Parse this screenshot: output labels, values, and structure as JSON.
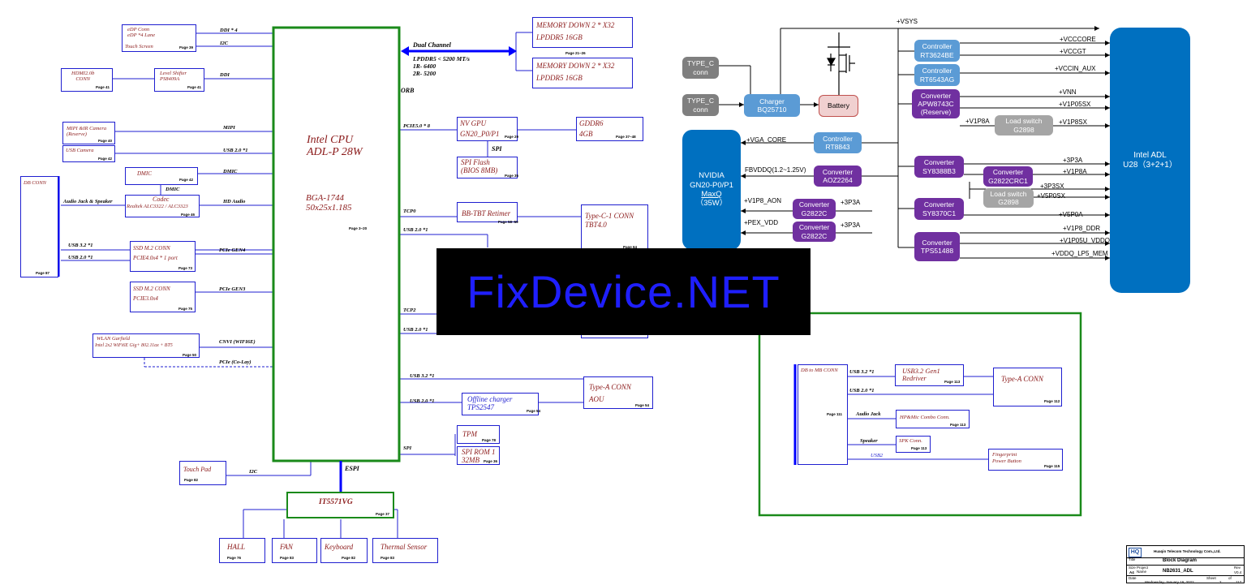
{
  "cpu": {
    "title1": "Intel CPU",
    "title2": "ADL-P 28W",
    "pkg1": "BGA-1744",
    "pkg2": "50x25x1.185",
    "page": "Page 3~20"
  },
  "left_blocks": {
    "edp": {
      "l1": "eDP Conn",
      "l2": "eDP *4 Lane",
      "l3": "Touch Screen",
      "page": "Page 39"
    },
    "hdmi": {
      "l1": "HDMI2.0b",
      "l2": "CONN",
      "page": "Page 41"
    },
    "shifter": {
      "l1": "Level Shifter",
      "l2": "PS8409A",
      "page": "Page 41"
    },
    "mipi_cam": {
      "l1": "MIPI &IR Camera",
      "l2": "(Reserve)",
      "page": "Page 40"
    },
    "usb_cam": {
      "l1": "USB Camera",
      "page": "Page 42"
    },
    "dmic": {
      "l1": "DMIC",
      "page": "Page 42"
    },
    "codec": {
      "l1": "Codec",
      "l2": "Realtek ALC3322 / ALC3323",
      "page": "Page 46",
      "dmic_label": "DMIC"
    },
    "db_conn": {
      "l1": "DB CONN",
      "page": "Page 87",
      "audio": "Audio Jack & Speaker",
      "usb32": "USB 3.2 *1",
      "usb20": "USB 2.0 *1"
    },
    "ssd1": {
      "l1": "SSD  M.2 CONN",
      "l2": "PCIE4.0x4 * 1 port",
      "page": "Page 73"
    },
    "ssd2": {
      "l1": "SSD  M.2 CONN",
      "l2": "PCIE3.0x4",
      "page": "Page 75"
    },
    "wlan": {
      "l1": "WLAN  Garfield",
      "l2": "Intel 2x2 WiFi6E Gig+ 802.11ax + BT5",
      "page": "Page 50"
    },
    "touchpad": {
      "l1": "Touch  Pad",
      "page": "Page 82"
    }
  },
  "left_signals": {
    "ddi4": "DDI * 4",
    "i2c": "I2C",
    "ddi": "DDI",
    "mipi": "MIPI",
    "usb20": "USB 2.0 *1",
    "dmic": "DMIC",
    "hda": "HD Audio",
    "pcie4": "PCIe GEN4",
    "pcie3": "PCIe GEN3",
    "cnvi": "CNVI (WIFI6E)",
    "pcie_colay": "PCIe (Co-Lay)",
    "tp_i2c": "I2C",
    "espi": "ESPI"
  },
  "right_signals": {
    "dual": "Dual Channel",
    "lp1": "LPDDR5 < 5200 MT/s",
    "lp2": "1R- 6400",
    "lp3": "2R- 5200",
    "page_mem": "Page 21~26",
    "orb": "ORB",
    "pcie5": "PCIE5.0 * 8",
    "tcp0": "TCP0",
    "usb20a": "USB 2.0 *1",
    "tcp2": "TCP2",
    "usb20b": "USB 2.0 *1",
    "usb32": "USB 3.2 *1",
    "usb20c": "USB 2.0 *1",
    "spi": "SPI",
    "spi_gpu": "SPI"
  },
  "right_blocks": {
    "mem1": {
      "l1": "MEMORY DOWN  2 * X32",
      "l2": "LPDDR5  16GB"
    },
    "mem2": {
      "l1": "MEMORY DOWN  2 * X32",
      "l2": "LPDDR5  16GB"
    },
    "gpu": {
      "l1": "NV GPU",
      "l2": "GN20_P0/P1",
      "page": "Page 29"
    },
    "gddr": {
      "l1": "GDDR6",
      "l2": "4GB",
      "page": "Page 37~48"
    },
    "spiflash": {
      "l1": "SPI Flash",
      "l2": "(BIOS 8MB)",
      "page": "Page 35"
    },
    "retimer": {
      "l1": "BB-TBT Retimer",
      "page": "Page 58~59"
    },
    "typec1": {
      "l1": "Type-C-1 CONN",
      "l2": "TBT4.0",
      "page": "Page 64"
    },
    "typea": {
      "l1": "Type-A CONN",
      "l2": "AOU",
      "page": "Page 54"
    },
    "offline": {
      "l1": "Offline charger",
      "l2": "TPS2547",
      "page": "Page 54"
    },
    "tpm": {
      "l1": "TPM",
      "page": "Page 78"
    },
    "spirom": {
      "l1": "SPI ROM 1",
      "l2": "32MB",
      "page": "Page 36"
    },
    "ec": {
      "l1": "IT5571VG",
      "page": "Page 37"
    },
    "hall": {
      "l1": "HALL",
      "page": "Page 76"
    },
    "fan": {
      "l1": "FAN",
      "page": "Page 83"
    },
    "keyboard": {
      "l1": "Keyboard",
      "page": "Page 82"
    },
    "thermal": {
      "l1": "Thermal Sensor",
      "page": "Page 83"
    }
  },
  "watermark": "FixDevice.NET",
  "power": {
    "vsys": "+VSYS",
    "typec1": {
      "l1": "TYPE_C",
      "l2": "conn"
    },
    "typec2": {
      "l1": "TYPE_C",
      "l2": "conn"
    },
    "charger": {
      "l1": "Charger",
      "l2": "BQ25710"
    },
    "battery": "Battery",
    "ctrl1": {
      "l1": "Controller",
      "l2": "RT3624BE"
    },
    "ctrl2": {
      "l1": "Controller",
      "l2": "RT6543AG"
    },
    "conv1": {
      "l1": "Converter",
      "l2": "APW8743C",
      "l3": "(Reserve)"
    },
    "ls1": {
      "l1": "Load switch",
      "l2": "G2898"
    },
    "intel": {
      "l1": "Intel ADL",
      "l2": "U28（3+2+1）"
    },
    "nvidia": {
      "l1": "NVIDIA",
      "l2": "GN20-P0/P1",
      "l3": "MaxQ",
      "l4": "（35W）"
    },
    "ctrl3": {
      "l1": "Controller",
      "l2": "RT8843"
    },
    "conv2": {
      "l1": "Converter",
      "l2": "AOZ2264"
    },
    "conv3": {
      "l1": "Converter",
      "l2": "G2822C"
    },
    "conv4": {
      "l1": "Converter",
      "l2": "G2822C"
    },
    "conv5": {
      "l1": "Converter",
      "l2": "SY8388B3"
    },
    "conv6": {
      "l1": "Converter",
      "l2": "G2822CRC1"
    },
    "ls2": {
      "l1": "Load switch",
      "l2": "G2898"
    },
    "conv7": {
      "l1": "Converter",
      "l2": "SY8370C1"
    },
    "conv8": {
      "l1": "Converter",
      "l2": "TPS51488"
    },
    "rails": {
      "vcccore": "+VCCCORE",
      "vccgt": "+VCCGT",
      "vccin_aux": "+VCCIN_AUX",
      "vnn": "+VNN",
      "v1p05sx": "+V1P05SX",
      "v1p8a_in": "+V1P8A",
      "v1p8sx": "+V1P8SX",
      "vga_core": "+VGA_CORE",
      "fbvddq": "FBVDDQ(1.2~1.25V)",
      "v1p8_aon": "+V1P8_AON",
      "pex_vdd": "+PEX_VDD",
      "p3p3a1": "+3P3A",
      "p3p3a2": "+3P3A",
      "p3p3a": "+3P3A",
      "v1p8a": "+V1P8A",
      "p3p3sx": "+3P3SX",
      "v5p0sx": "+V5P0SX",
      "v5p0a": "+V5P0A",
      "v1p8_ddr": "+V1P8_DDR",
      "v1p05u": "+V1P05U_VDDQ",
      "vddq_lp5": "+VDDQ_LP5_MEM"
    }
  },
  "db_board": {
    "db_mb": "DB to MB CONN",
    "page": "Page 111",
    "usb32": "USB 3.2 *1",
    "usb20": "USB 2.0 *1",
    "audio": "Audio Jack",
    "speaker": "Speaker",
    "usb2": "USB2",
    "redriver": {
      "l1": "USB3.2 Gen1",
      "l2": "Redriver",
      "page": "Page 113"
    },
    "typea": {
      "l1": "Type-A CONN",
      "page": "Page 112"
    },
    "hpmic": {
      "l1": "HP&Mic Combo Conn.",
      "page": "Page 113"
    },
    "spk": {
      "l1": "SPK Conn.",
      "page": "Page 113"
    },
    "fp": {
      "l1": "Fingerprint",
      "l2": "Power Button",
      "page": "Page 115"
    }
  },
  "titleblock": {
    "logo": "HQ",
    "company": "Huaqin Telecom Technology Com.,Ltd.",
    "title_label": "Title",
    "title": "Block Diagram",
    "size_label": "Size",
    "size": "A4",
    "proj_label": "Project Name",
    "proj": "NB2631_ADL",
    "rev_label": "Rev",
    "rev": "V0.4",
    "date_label": "Date",
    "date": "Wednesday, January 19, 2022",
    "sheet_label": "Sheet",
    "sheet": "2",
    "of": "of",
    "total": "117"
  }
}
